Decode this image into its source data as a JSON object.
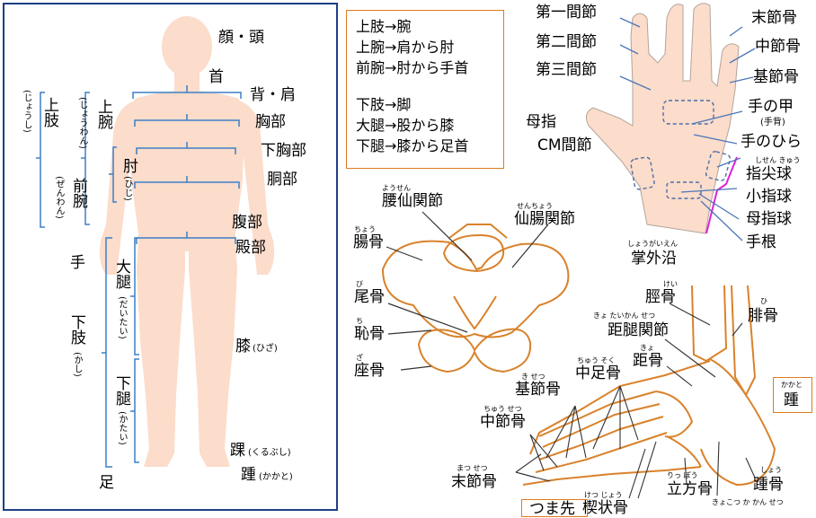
{
  "body_figure": {
    "labels": {
      "face_head": "顔・頭",
      "neck": "首",
      "back_shoulder": "背・肩",
      "chest": "胸部",
      "lower_chest": "下胸部",
      "trunk": "胴部",
      "abdomen": "腹部",
      "buttocks": "殿部",
      "knee": "膝",
      "knee_reading": "(ひざ)",
      "ankle": "踝",
      "ankle_reading": "(くるぶし)",
      "heel": "踵",
      "heel_reading": "(かかと)",
      "foot": "足",
      "hand": "手",
      "upper_limb": "上肢",
      "upper_limb_reading": "(じょうし)",
      "upper_arm": "上腕",
      "upper_arm_reading": "(じょうわん)",
      "forearm": "前腕",
      "forearm_reading": "(ぜんわん)",
      "elbow": "肘",
      "elbow_reading": "(ひじ)",
      "thigh": "大腿",
      "thigh_reading": "(だいたい)",
      "lower_leg": "下腿",
      "lower_leg_reading": "(かたい)",
      "lower_limb": "下肢",
      "lower_limb_reading": "(かし)"
    },
    "colors": {
      "skin": "#fcdccb",
      "bracket": "#3d7fc7",
      "frame": "#1f3f86"
    }
  },
  "notes": [
    "上肢→腕",
    "上腕→肩から肘",
    "前腕→肘から手首",
    "下肢→脚",
    "大腿→股から膝",
    "下腿→膝から足首"
  ],
  "hand": {
    "labels": {
      "dip": "第一間節",
      "pip": "第二間節",
      "mcp": "第三間節",
      "thumb": "母指",
      "cm_joint": "CM間節",
      "distal_phalanx": "末節骨",
      "middle_phalanx": "中節骨",
      "proximal_phalanx": "基節骨",
      "back_of_hand": "手の甲",
      "back_of_hand_note": "(手背)",
      "palm": "手のひら",
      "fingertip_pad_reading": "しせん きゅう",
      "fingertip_pad": "指尖球",
      "hypothenar": "小指球",
      "thenar": "母指球",
      "wrist": "手根",
      "ulnar_edge_reading": "しょうがいえん",
      "ulnar_edge": "掌外沿"
    },
    "colors": {
      "skin": "#fcdccb",
      "line": "#4a76b8",
      "edge": "#e020d8"
    }
  },
  "pelvis": {
    "labels": {
      "sacroiliac_reading": "ようせん",
      "lumbosacral": "腰仙関節",
      "sacroiliac2_reading": "せんちょう",
      "sacroiliac": "仙腸関節",
      "ilium_reading": "ちょう",
      "ilium": "腸骨",
      "coccyx_reading": "び",
      "coccyx": "尾骨",
      "pubis_reading": "ち",
      "pubis": "恥骨",
      "ischium_reading": "ざ",
      "ischium": "座骨"
    }
  },
  "foot": {
    "labels": {
      "tibia_reading": "けい",
      "tibia": "脛骨",
      "fibula_reading": "ひ",
      "fibula": "腓骨",
      "talocrural_reading": "きょ たいかん せつ",
      "talocrural": "距腿関節",
      "talus_reading": "きょ",
      "talus": "距骨",
      "metatarsal_reading": "ちゅう そく",
      "metatarsal": "中足骨",
      "proximal_reading": "き せつ",
      "proximal": "基節骨",
      "middle_reading": "ちゅう せつ",
      "middle": "中節骨",
      "distal_reading": "まつ せつ",
      "distal": "末節骨",
      "heel_box_reading": "かかと",
      "heel_box": "踵",
      "cuboid_reading": "りっ ぽう",
      "cuboid": "立方骨",
      "calcaneus_reading": "しょう",
      "calcaneus": "踵骨",
      "cuneiform_reading": "けつ じょう",
      "cuneiform": "楔状骨",
      "joint_reading": "きょこつ か かん せつ",
      "tsuchifumazu": "つま先"
    },
    "colors": {
      "bone": "#d9822b",
      "line": "#333333"
    }
  }
}
